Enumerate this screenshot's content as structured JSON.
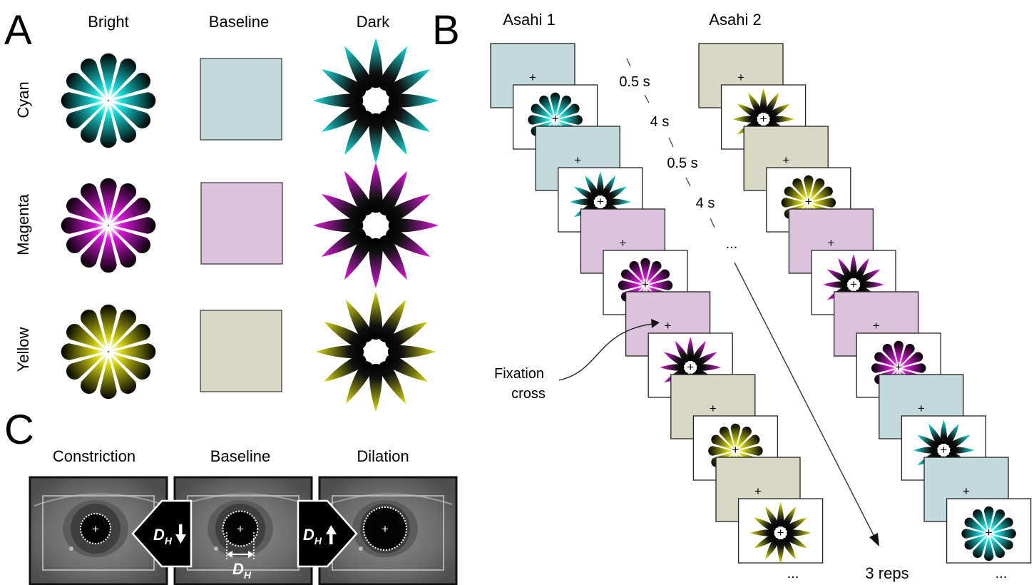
{
  "panels": {
    "a": {
      "letter": "A",
      "col_headers": [
        "Bright",
        "Baseline",
        "Dark"
      ],
      "rows": [
        {
          "label": "Cyan",
          "accent": "#18e0e0",
          "baseline_color": "#c2dadc"
        },
        {
          "label": "Magenta",
          "accent": "#dd18dd",
          "baseline_color": "#dcc2dc"
        },
        {
          "label": "Yellow",
          "accent": "#d8d810",
          "baseline_color": "#d9d8c4"
        }
      ]
    },
    "b": {
      "letter": "B",
      "sequence_titles": [
        "Asahi 1",
        "Asahi 2"
      ],
      "timings": [
        "0.5 s",
        "4 s",
        "0.5 s",
        "4 s"
      ],
      "continuation": "...",
      "fixation_label": [
        "Fixation",
        "cross"
      ],
      "fixation_symbol": "+",
      "reps_label": "3 reps",
      "bottom_ellipsis": [
        "...",
        "..."
      ],
      "sequence_1": [
        {
          "type": "baseline",
          "color": "cyan"
        },
        {
          "type": "bright",
          "color": "cyan"
        },
        {
          "type": "baseline",
          "color": "cyan"
        },
        {
          "type": "dark",
          "color": "cyan"
        },
        {
          "type": "baseline",
          "color": "magenta"
        },
        {
          "type": "bright",
          "color": "magenta"
        },
        {
          "type": "baseline",
          "color": "magenta"
        },
        {
          "type": "dark",
          "color": "magenta"
        },
        {
          "type": "baseline",
          "color": "yellow"
        },
        {
          "type": "bright",
          "color": "yellow"
        },
        {
          "type": "baseline",
          "color": "yellow"
        },
        {
          "type": "dark",
          "color": "yellow"
        }
      ],
      "sequence_2": [
        {
          "type": "baseline",
          "color": "yellow"
        },
        {
          "type": "dark",
          "color": "yellow"
        },
        {
          "type": "baseline",
          "color": "yellow"
        },
        {
          "type": "bright",
          "color": "yellow"
        },
        {
          "type": "baseline",
          "color": "magenta"
        },
        {
          "type": "dark",
          "color": "magenta"
        },
        {
          "type": "baseline",
          "color": "magenta"
        },
        {
          "type": "bright",
          "color": "magenta"
        },
        {
          "type": "baseline",
          "color": "cyan"
        },
        {
          "type": "dark",
          "color": "cyan"
        },
        {
          "type": "baseline",
          "color": "cyan"
        },
        {
          "type": "bright",
          "color": "cyan"
        }
      ]
    },
    "c": {
      "letter": "C",
      "headers": [
        "Constriction",
        "Baseline",
        "Dilation"
      ],
      "pupil_fraction": [
        0.55,
        0.72,
        1.0
      ],
      "diameter_label": "D",
      "diameter_subscript": "H",
      "arrows": [
        "down",
        "up"
      ]
    }
  }
}
